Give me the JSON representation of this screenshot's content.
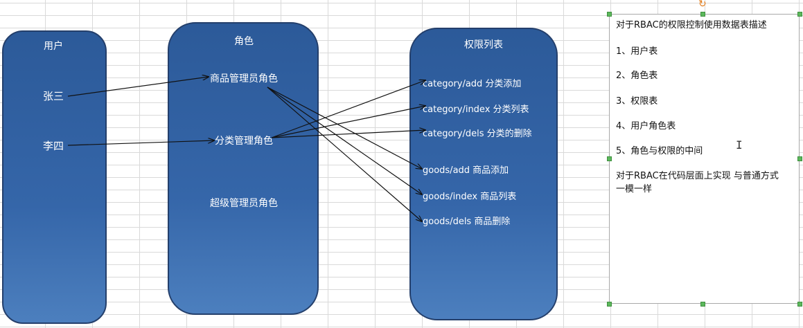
{
  "diagram": {
    "users": {
      "title": "用户",
      "items": [
        "张三",
        "李四"
      ]
    },
    "roles": {
      "title": "角色",
      "items": [
        "商品管理员角色",
        "分类管理角色",
        "超级管理员角色"
      ]
    },
    "permissions": {
      "title": "权限列表",
      "items": [
        "category/add  分类添加",
        "category/index 分类列表",
        "category/dels   分类的删除",
        "goods/add  商品添加",
        "goods/index 商品列表",
        "goods/dels   商品删除"
      ]
    }
  },
  "note": {
    "heading": "对于RBAC的权限控制使用数据表描述",
    "items": [
      "1、用户表",
      "2、角色表",
      "3、权限表",
      "4、用户角色表",
      "5、角色与权限的中间"
    ],
    "footer_line1": "对于RBAC在代码层面上实现 与普通方式",
    "footer_line2": "一模一样"
  },
  "colors": {
    "panel_top": "#2c5a99",
    "panel_bottom": "#4c7fbe",
    "panel_border": "#243f6b",
    "handle": "#5cb85c",
    "rotate_handle": "#e27c1a"
  },
  "icons": {
    "rotate": "rotate-handle-icon",
    "cursor": "text-cursor-icon"
  }
}
